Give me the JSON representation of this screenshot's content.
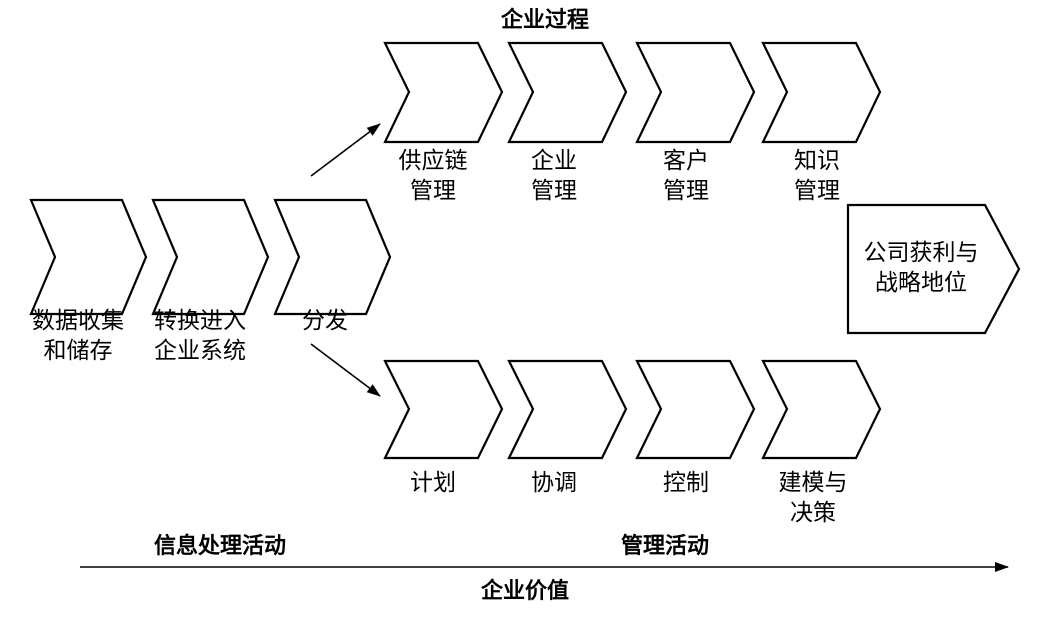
{
  "colors": {
    "stroke": "#000000",
    "fill": "#ffffff"
  },
  "header": {
    "title": "企业过程"
  },
  "info_flow": {
    "steps": [
      {
        "line1": "数据收集",
        "line2": "和储存"
      },
      {
        "line1": "转换进入",
        "line2": "企业系统"
      },
      {
        "line1": "分发",
        "line2": ""
      }
    ]
  },
  "business_processes": {
    "steps": [
      {
        "line1": "供应链",
        "line2": "管理"
      },
      {
        "line1": "企业",
        "line2": "管理"
      },
      {
        "line1": "客户",
        "line2": "管理"
      },
      {
        "line1": "知识",
        "line2": "管理"
      }
    ]
  },
  "management": {
    "steps": [
      {
        "line1": "计划",
        "line2": ""
      },
      {
        "line1": "协调",
        "line2": ""
      },
      {
        "line1": "控制",
        "line2": ""
      },
      {
        "line1": "建模与",
        "line2": "决策"
      }
    ]
  },
  "outcome": {
    "line1": "公司获利与",
    "line2": "战略地位"
  },
  "footer": {
    "info_activities": "信息处理活动",
    "mgmt_activities": "管理活动",
    "value_axis": "企业价值"
  }
}
